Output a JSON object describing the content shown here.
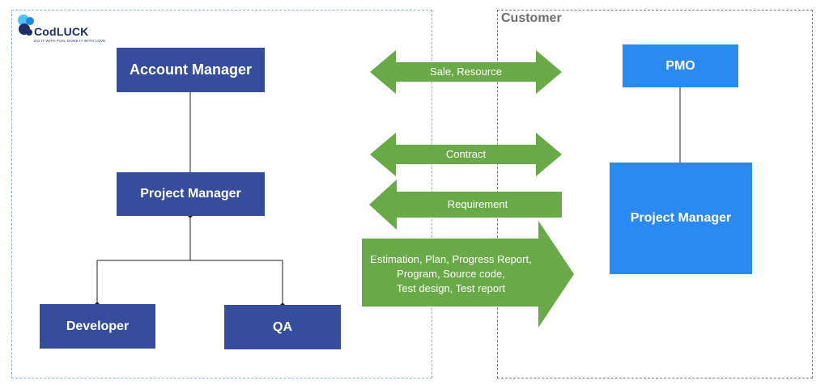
{
  "logo": {
    "name": "CodLUCK",
    "slogan": "DO IT WITH FUN, DONE IT WITH LOVE",
    "colors": [
      "#4fc3f7",
      "#1e88e5",
      "#1f2d6b"
    ]
  },
  "regions": {
    "company": {
      "title": ""
    },
    "customer": {
      "title": "Customer"
    }
  },
  "company_nodes": {
    "account_manager": "Account Manager",
    "project_manager": "Project Manager",
    "developer": "Developer",
    "qa": "QA"
  },
  "customer_nodes": {
    "pmo": "PMO",
    "project_manager": "Project Manager"
  },
  "flows": {
    "sale_resource": {
      "label": "Sale, Resource",
      "direction": "both"
    },
    "contract": {
      "label": "Contract",
      "direction": "both"
    },
    "requirement": {
      "label": "Requirement",
      "direction": "left"
    },
    "deliverables": {
      "lines": [
        "Estimation, Plan, Progress Report,",
        "Program, Source code,",
        "Test design, Test report"
      ],
      "direction": "right"
    }
  },
  "colors": {
    "navy_box": "#364c9c",
    "blue_box": "#2a8af2",
    "arrow_green": "#6aa948",
    "connector": "#222222"
  }
}
